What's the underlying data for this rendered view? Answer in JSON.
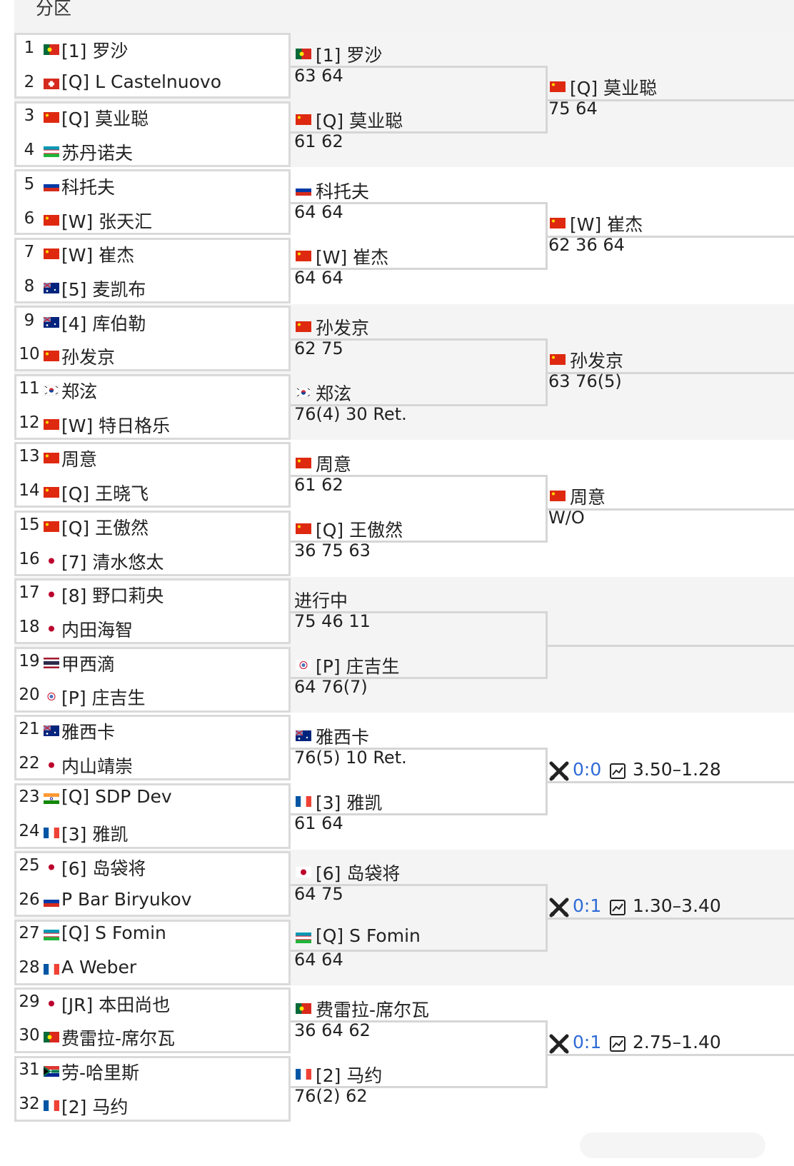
{
  "header": {
    "title": "分区"
  },
  "colors": {
    "link": "#2f6bd6",
    "border": "#d6d6d6",
    "grey_bg": "#f4f4f4"
  },
  "round1": [
    {
      "no": "1",
      "flag": "portugal",
      "name": "[1] 罗沙"
    },
    {
      "no": "2",
      "flag": "switzerland",
      "name": "[Q] L Castelnuovo"
    },
    {
      "no": "3",
      "flag": "china",
      "name": "[Q] 莫业聪"
    },
    {
      "no": "4",
      "flag": "uzbekistan",
      "name": "苏丹诺夫"
    },
    {
      "no": "5",
      "flag": "russia",
      "name": "科托夫"
    },
    {
      "no": "6",
      "flag": "china",
      "name": "[W] 张天汇"
    },
    {
      "no": "7",
      "flag": "china",
      "name": "[W] 崔杰"
    },
    {
      "no": "8",
      "flag": "australia",
      "name": "[5] 麦凯布"
    },
    {
      "no": "9",
      "flag": "australia",
      "name": "[4] 库伯勒"
    },
    {
      "no": "10",
      "flag": "china",
      "name": "孙发京"
    },
    {
      "no": "11",
      "flag": "korea",
      "name": "郑泫"
    },
    {
      "no": "12",
      "flag": "china",
      "name": "[W] 特日格乐"
    },
    {
      "no": "13",
      "flag": "china",
      "name": "周意"
    },
    {
      "no": "14",
      "flag": "china",
      "name": "[Q] 王晓飞"
    },
    {
      "no": "15",
      "flag": "china",
      "name": "[Q] 王傲然"
    },
    {
      "no": "16",
      "flag": "japan",
      "name": "[7] 清水悠太"
    },
    {
      "no": "17",
      "flag": "japan",
      "name": "[8] 野口莉央"
    },
    {
      "no": "18",
      "flag": "japan",
      "name": "内田海智"
    },
    {
      "no": "19",
      "flag": "thailand",
      "name": "甲西滴"
    },
    {
      "no": "20",
      "flag": "taipei",
      "name": "[P] 庄吉生"
    },
    {
      "no": "21",
      "flag": "australia",
      "name": "雅西卡"
    },
    {
      "no": "22",
      "flag": "japan",
      "name": "内山靖崇"
    },
    {
      "no": "23",
      "flag": "india",
      "name": "[Q] SDP Dev"
    },
    {
      "no": "24",
      "flag": "france",
      "name": "[3] 雅凯"
    },
    {
      "no": "25",
      "flag": "japan",
      "name": "[6] 岛袋将"
    },
    {
      "no": "26",
      "flag": "russia",
      "name": "P Bar Biryukov"
    },
    {
      "no": "27",
      "flag": "uzbekistan",
      "name": "[Q] S Fomin"
    },
    {
      "no": "28",
      "flag": "france",
      "name": "A Weber"
    },
    {
      "no": "29",
      "flag": "japan",
      "name": "[JR] 本田尚也"
    },
    {
      "no": "30",
      "flag": "portugal",
      "name": "费雷拉-席尔瓦"
    },
    {
      "no": "31",
      "flag": "southafrica",
      "name": "劳-哈里斯"
    },
    {
      "no": "32",
      "flag": "france",
      "name": "[2] 马约"
    }
  ],
  "round2": [
    {
      "flag": "portugal",
      "name": "[1] 罗沙",
      "score": "63 64"
    },
    {
      "flag": "china",
      "name": "[Q] 莫业聪",
      "score": "61 62"
    },
    {
      "flag": "russia",
      "name": "科托夫",
      "score": "64 64"
    },
    {
      "flag": "china",
      "name": "[W] 崔杰",
      "score": "64 64"
    },
    {
      "flag": "china",
      "name": "孙发京",
      "score": "62 75"
    },
    {
      "flag": "korea",
      "name": "郑泫",
      "score": "76(4) 30 Ret."
    },
    {
      "flag": "china",
      "name": "周意",
      "score": "61 62"
    },
    {
      "flag": "china",
      "name": "[Q] 王傲然",
      "score": "36 75 63"
    },
    {
      "flag": "",
      "name": "进行中",
      "score": "75 46 11"
    },
    {
      "flag": "taipei",
      "name": "[P] 庄吉生",
      "score": "64 76(7)"
    },
    {
      "flag": "australia",
      "name": "雅西卡",
      "score": "76(5) 10 Ret."
    },
    {
      "flag": "france",
      "name": "[3] 雅凯",
      "score": "61 64"
    },
    {
      "flag": "japan",
      "name": "[6] 岛袋将",
      "score": "64 75"
    },
    {
      "flag": "uzbekistan",
      "name": "[Q] S Fomin",
      "score": "64 64"
    },
    {
      "flag": "portugal",
      "name": "费雷拉-席尔瓦",
      "score": "36 64 62"
    },
    {
      "flag": "france",
      "name": "[2] 马约",
      "score": "76(2) 62"
    }
  ],
  "round3": [
    {
      "flag": "china",
      "name": "[Q] 莫业聪",
      "score": "75 64"
    },
    {
      "flag": "china",
      "name": "[W] 崔杰",
      "score": "62 36 64"
    },
    {
      "flag": "china",
      "name": "孙发京",
      "score": "63 76(5)"
    },
    {
      "flag": "china",
      "name": "周意",
      "score": "W/O"
    }
  ],
  "odds": [
    {
      "h2h": "0:0",
      "odds": "3.50–1.28",
      "icon": "crossed-rackets-icon"
    },
    {
      "h2h": "0:1",
      "odds": "1.30–3.40",
      "icon": "crossed-rackets-icon"
    },
    {
      "h2h": "0:1",
      "odds": "2.75–1.40",
      "icon": "crossed-rackets-icon"
    }
  ]
}
